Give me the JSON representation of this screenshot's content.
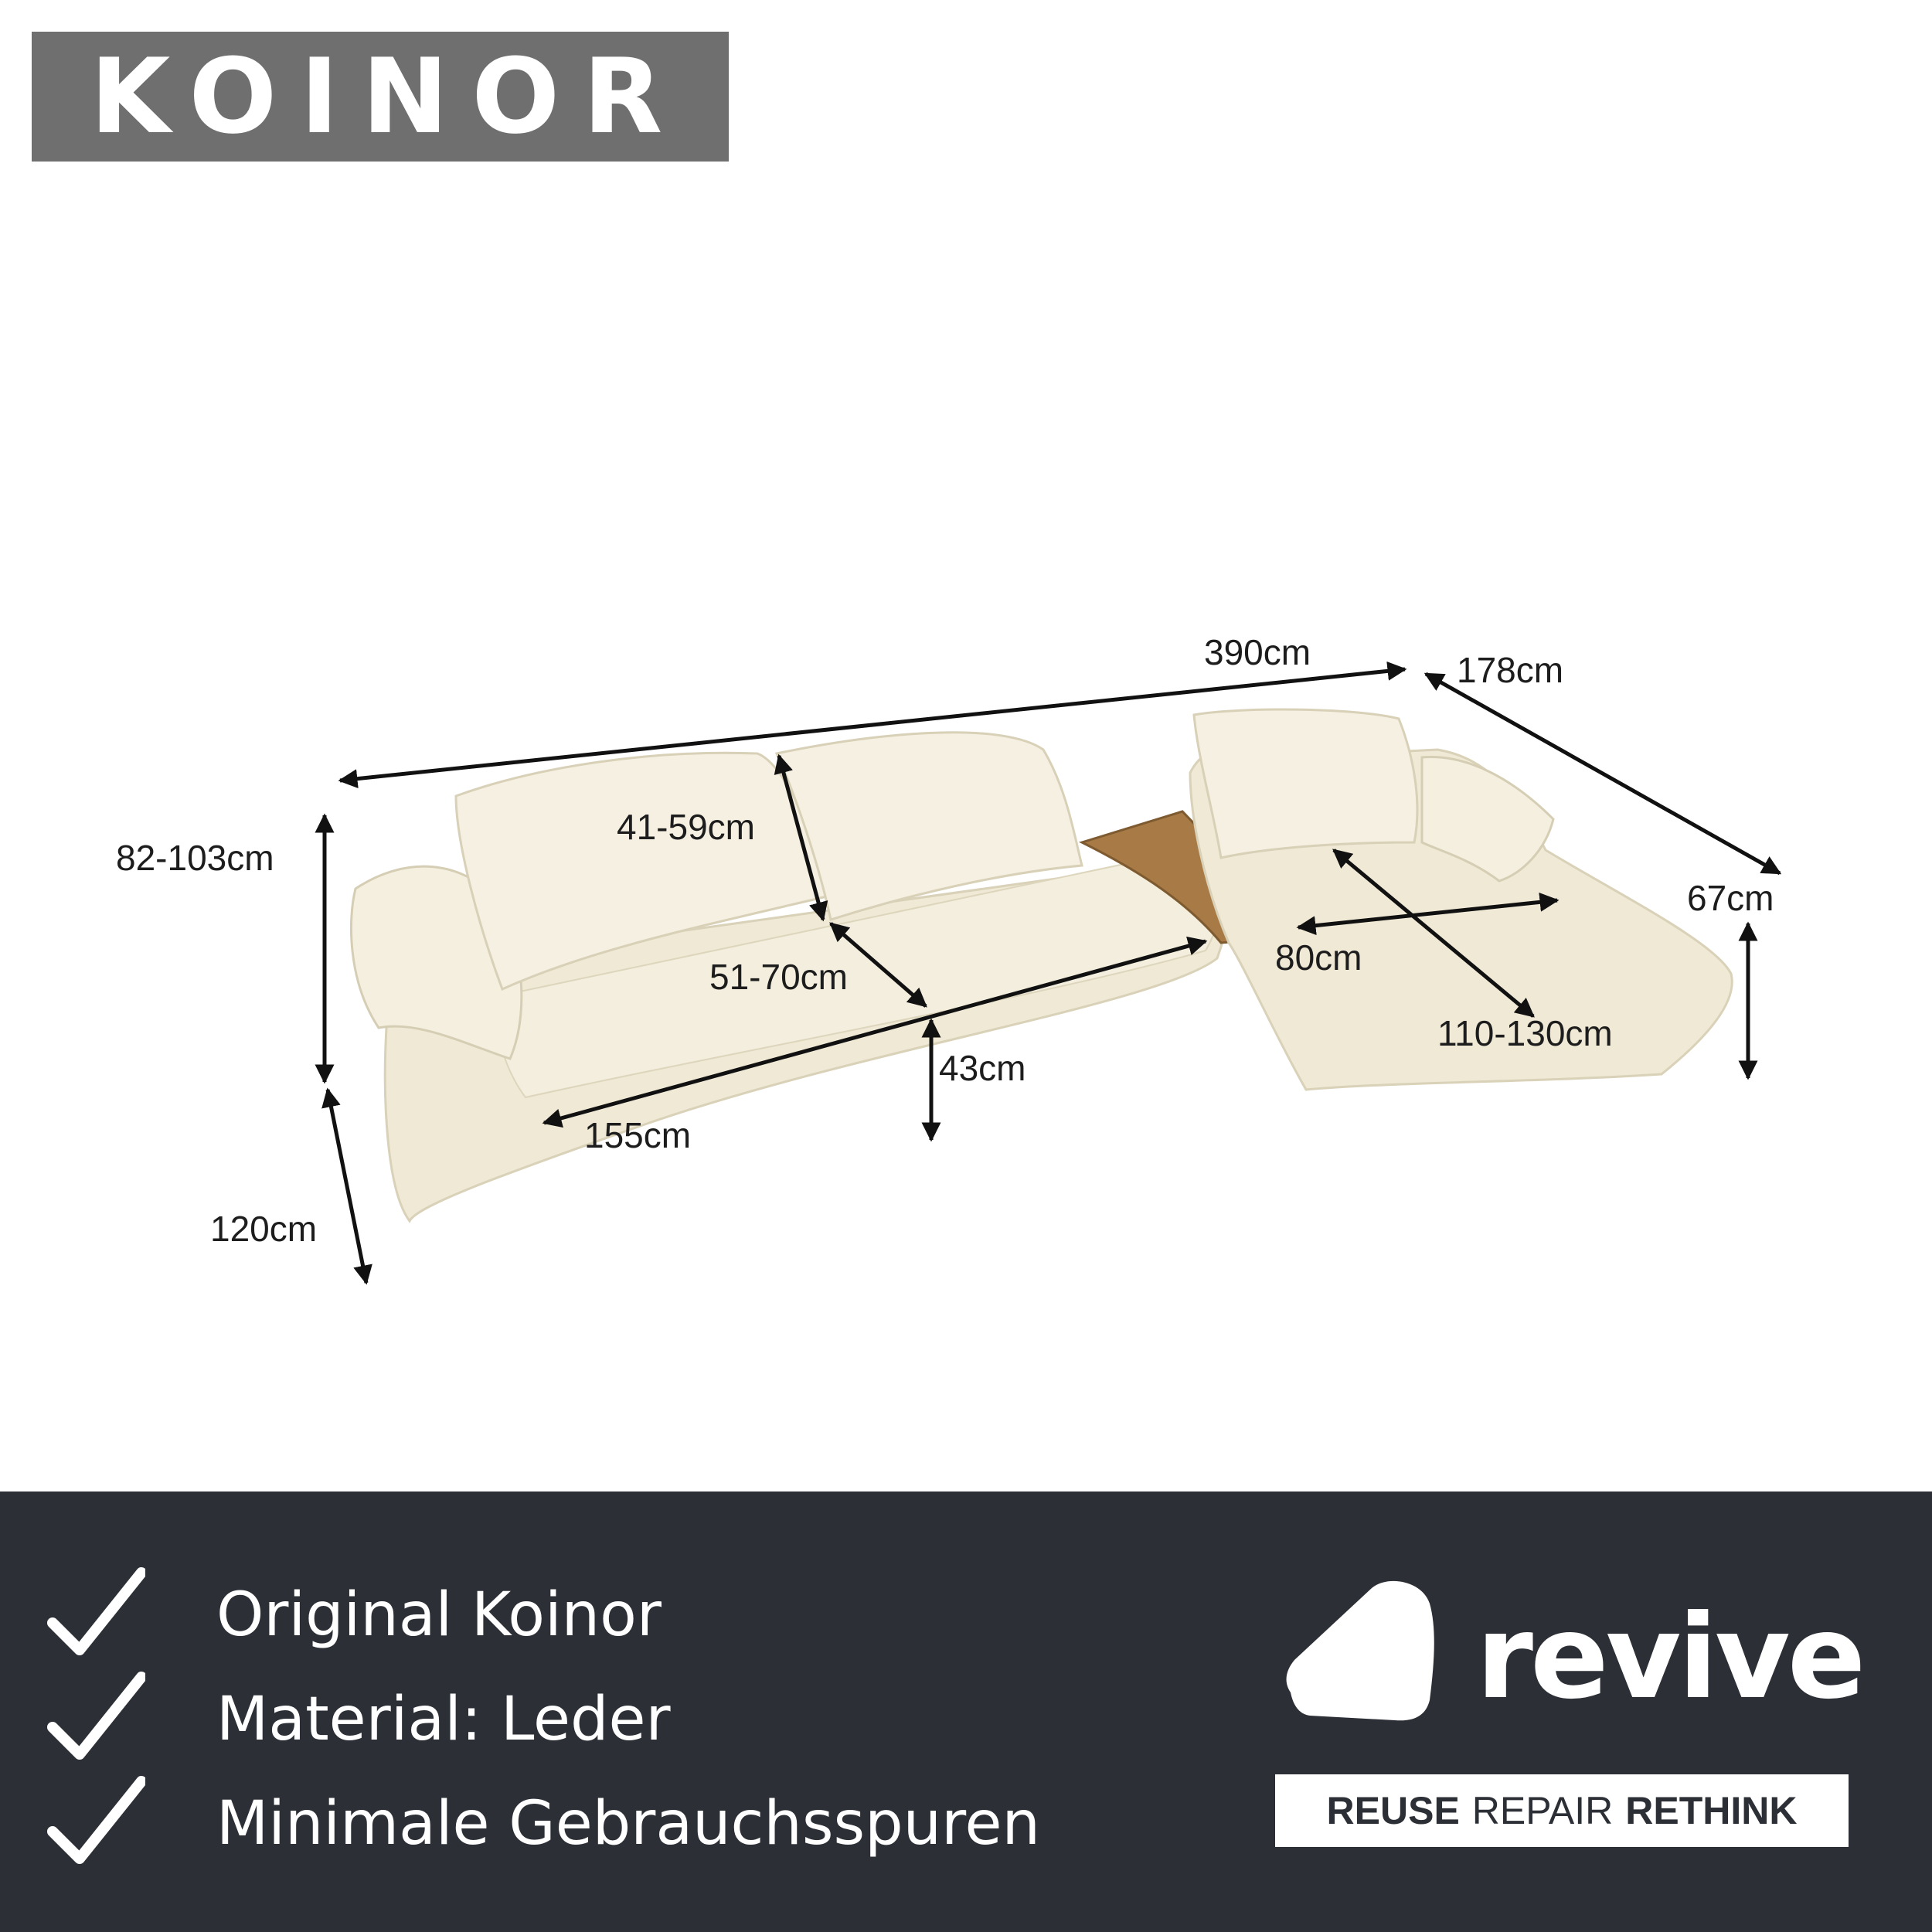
{
  "brand": {
    "name": "KOINOR",
    "box_color": "#6f6f70"
  },
  "dimensions": {
    "total_width": "390cm",
    "depth_chaise": "178cm",
    "height": "82-103cm",
    "backrest": "41-59cm",
    "seat_depth": "51-70cm",
    "seat_width": "155cm",
    "seat_height": "43cm",
    "side_depth": "120cm",
    "chaise_width": "80cm",
    "chaise_depth": "110-130cm",
    "chaise_height": "67cm"
  },
  "features": [
    {
      "text": "Original Koinor",
      "icon": "check-icon"
    },
    {
      "text": "Material: Leder",
      "icon": "check-icon"
    },
    {
      "text": "Minimale Gebrauchsspuren",
      "icon": "check-icon"
    }
  ],
  "footer": {
    "background": "#2c3036",
    "logo_word": "revive",
    "tagline": {
      "reuse": "REUSE",
      "repair": "REPAIR",
      "rethink": "RETHINK"
    }
  },
  "colors": {
    "leather": "#f2ecd9",
    "wood": "#a87a45",
    "arrow": "#111111"
  }
}
